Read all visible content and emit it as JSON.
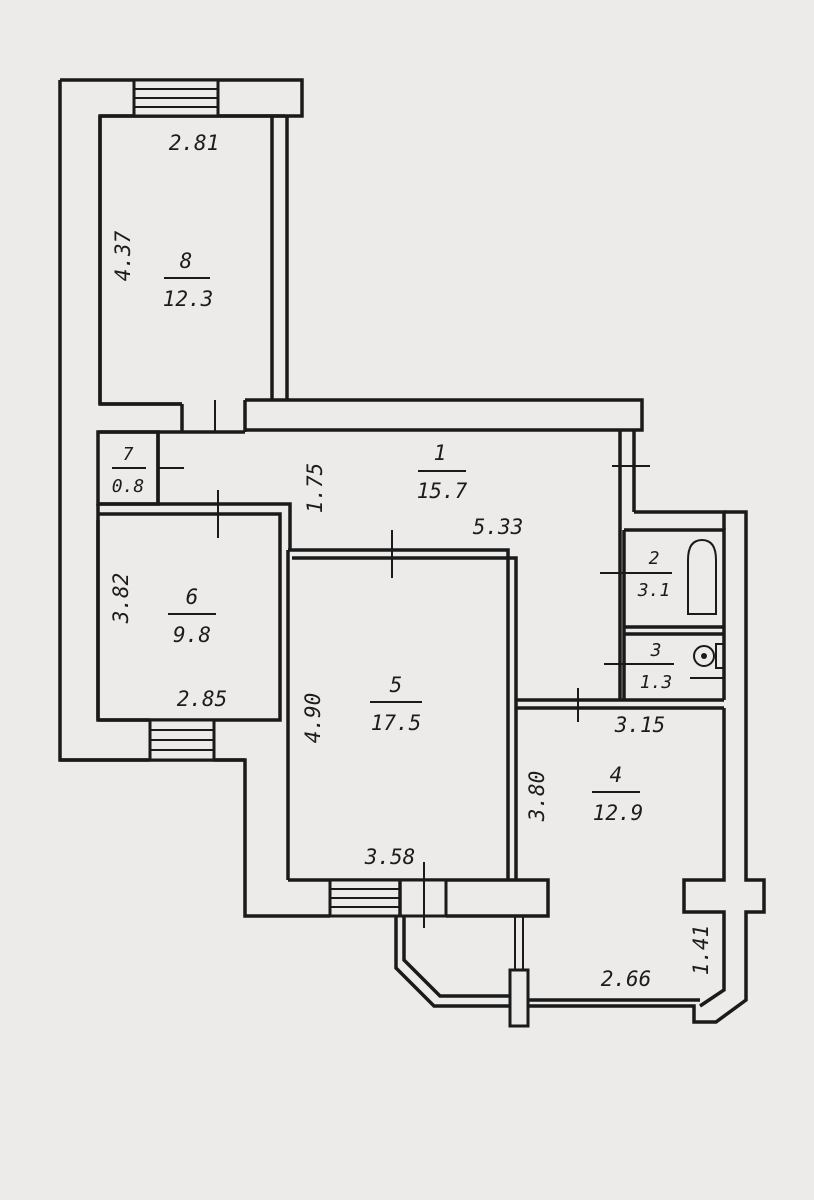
{
  "rooms": [
    {
      "number": "8",
      "area": "12.3"
    },
    {
      "number": "1",
      "area": "15.7"
    },
    {
      "number": "7",
      "area": "0.8"
    },
    {
      "number": "6",
      "area": "9.8"
    },
    {
      "number": "5",
      "area": "17.5"
    },
    {
      "number": "2",
      "area": "3.1"
    },
    {
      "number": "3",
      "area": "1.3"
    },
    {
      "number": "4",
      "area": "12.9"
    }
  ],
  "dimensions": {
    "room8_width": "2.81",
    "room8_length": "4.37",
    "room1_depth": "1.75",
    "room1_length": "5.33",
    "room6_length": "3.82",
    "room6_width": "2.85",
    "room5_length": "4.90",
    "room5_width": "3.58",
    "room4_top": "3.15",
    "room4_length": "3.80",
    "room4_bottom": "2.66",
    "room4_side": "1.41"
  }
}
